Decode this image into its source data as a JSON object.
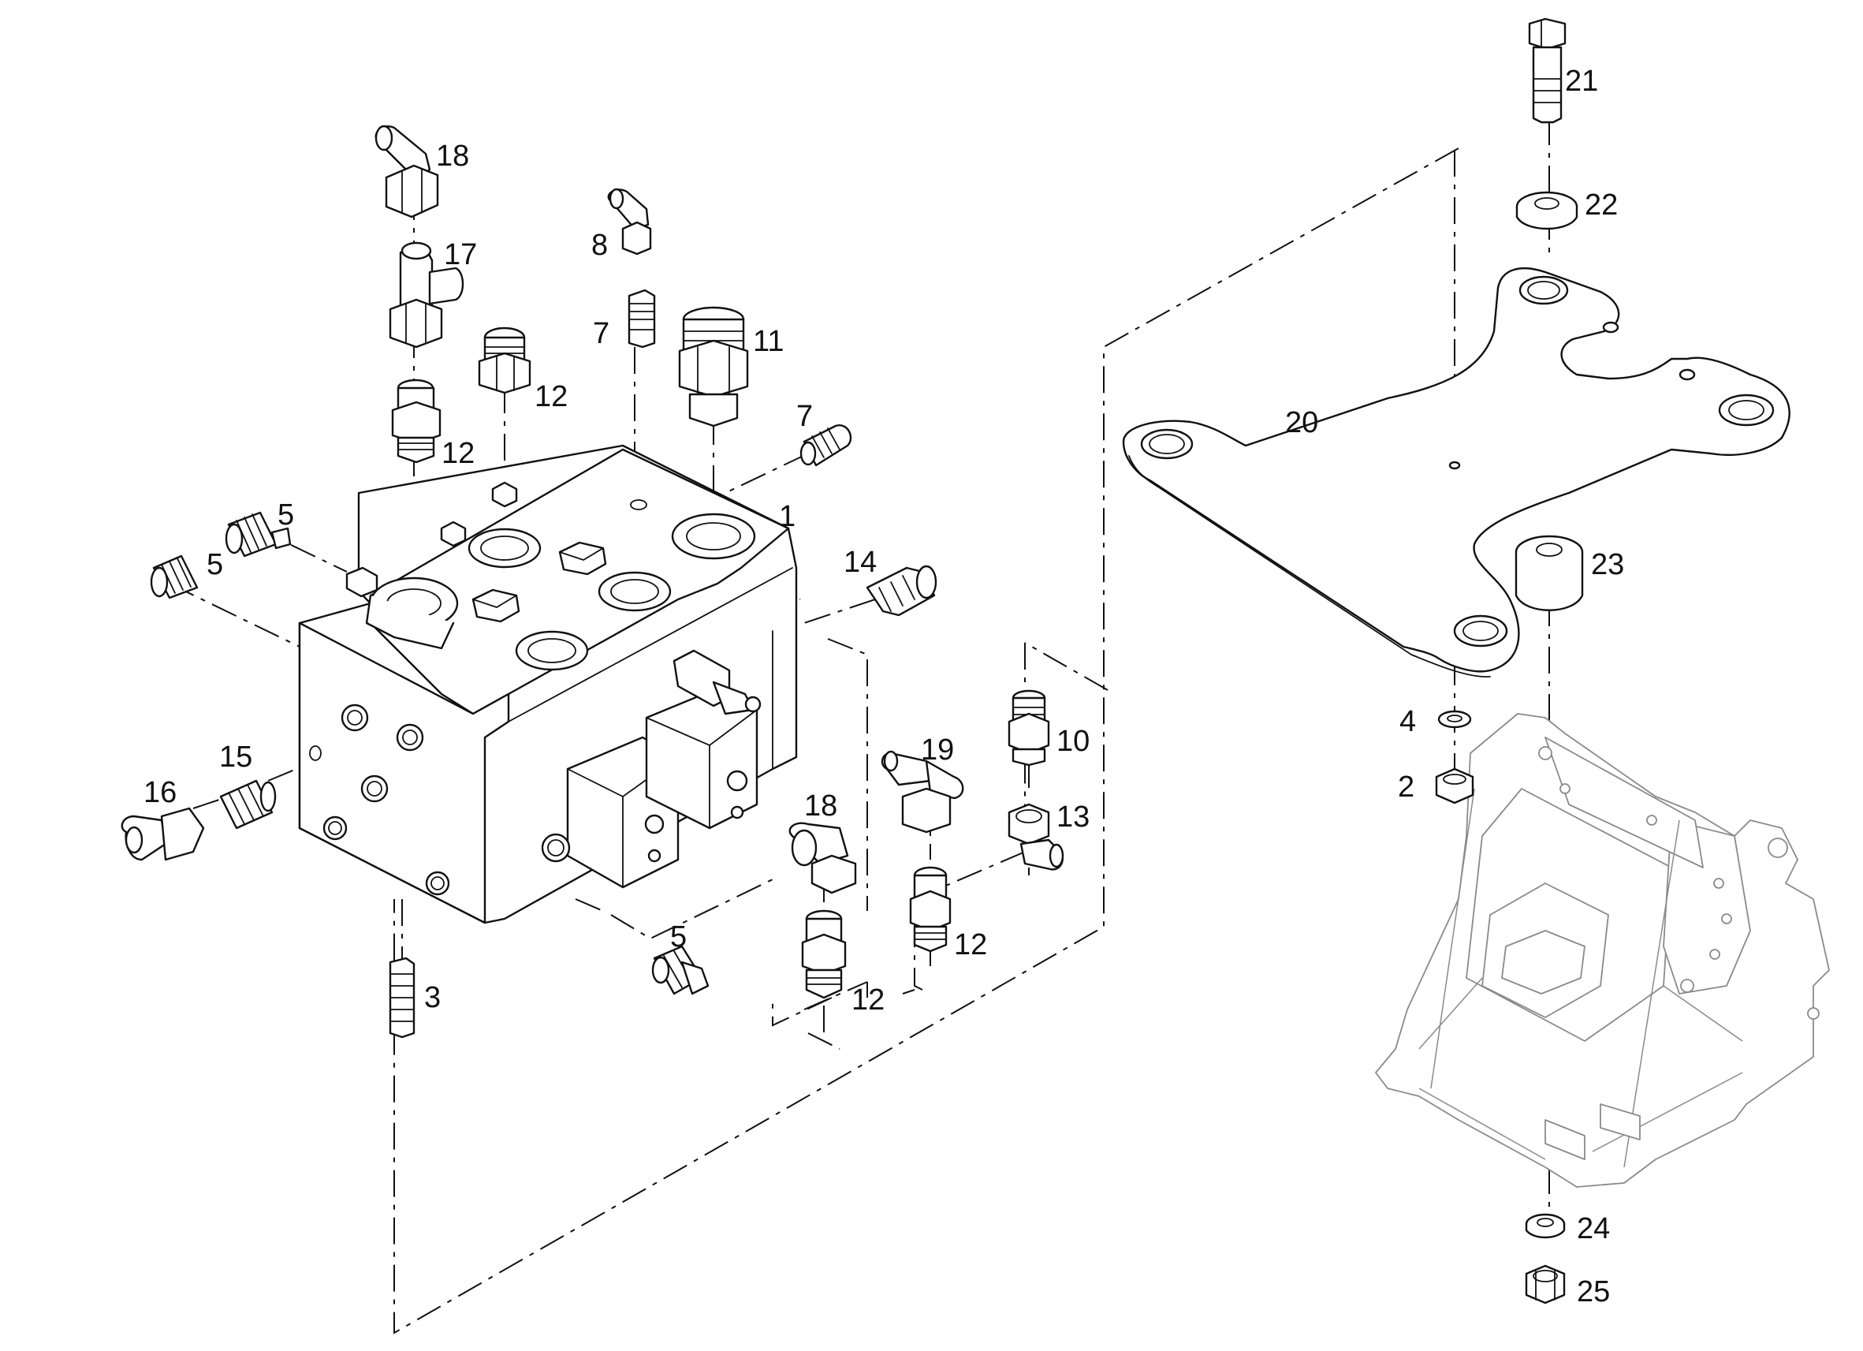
{
  "drawing": {
    "type": "exploded parts view",
    "callouts": [
      {
        "id": "c1",
        "text": "1"
      },
      {
        "id": "c2",
        "text": "2"
      },
      {
        "id": "c3",
        "text": "3"
      },
      {
        "id": "c4",
        "text": "4"
      },
      {
        "id": "c5a",
        "text": "5"
      },
      {
        "id": "c5b",
        "text": "5"
      },
      {
        "id": "c5c",
        "text": "5"
      },
      {
        "id": "c7a",
        "text": "7"
      },
      {
        "id": "c7b",
        "text": "7"
      },
      {
        "id": "c8",
        "text": "8"
      },
      {
        "id": "c10",
        "text": "10"
      },
      {
        "id": "c11",
        "text": "11"
      },
      {
        "id": "c12a",
        "text": "12"
      },
      {
        "id": "c12b",
        "text": "12"
      },
      {
        "id": "c12c",
        "text": "12"
      },
      {
        "id": "c12d",
        "text": "12"
      },
      {
        "id": "c13",
        "text": "13"
      },
      {
        "id": "c14",
        "text": "14"
      },
      {
        "id": "c15",
        "text": "15"
      },
      {
        "id": "c16",
        "text": "16"
      },
      {
        "id": "c17",
        "text": "17"
      },
      {
        "id": "c18a",
        "text": "18"
      },
      {
        "id": "c18b",
        "text": "18"
      },
      {
        "id": "c19",
        "text": "19"
      },
      {
        "id": "c20",
        "text": "20"
      },
      {
        "id": "c21",
        "text": "21"
      },
      {
        "id": "c22",
        "text": "22"
      },
      {
        "id": "c23",
        "text": "23"
      },
      {
        "id": "c24",
        "text": "24"
      },
      {
        "id": "c25",
        "text": "25"
      }
    ]
  }
}
